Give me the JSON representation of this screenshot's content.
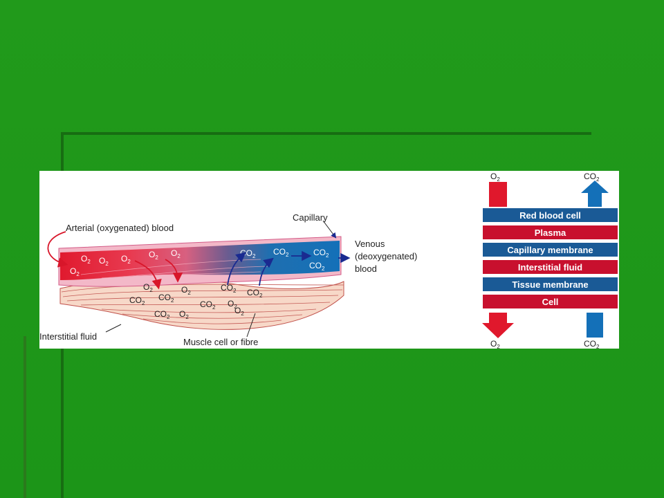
{
  "diagram": {
    "arterial_label": "Arterial (oxygenated) blood",
    "capillary_label": "Capillary",
    "venous_label_1": "Venous",
    "venous_label_2": "(deoxygenated)",
    "venous_label_3": "blood",
    "interstitial_label": "Interstitial fluid",
    "muscle_label": "Muscle cell or fibre",
    "o2": "O",
    "co2": "CO",
    "sub2": "2"
  },
  "exchange": {
    "top_left": "O",
    "top_right": "CO",
    "bottom_left": "O",
    "bottom_right": "CO",
    "sub": "2",
    "layers": [
      {
        "label": "Red blood cell",
        "color": "#1a5a96"
      },
      {
        "label": "Plasma",
        "color": "#c8102e"
      },
      {
        "label": "Capillary membrane",
        "color": "#1a5a96"
      },
      {
        "label": "Interstitial fluid",
        "color": "#c8102e"
      },
      {
        "label": "Tissue membrane",
        "color": "#1a5a96"
      },
      {
        "label": "Cell",
        "color": "#c8102e"
      }
    ]
  },
  "colors": {
    "oxygen_red": "#e0182c",
    "carbon_blue": "#1470b8",
    "background_green": "#1f9318"
  }
}
